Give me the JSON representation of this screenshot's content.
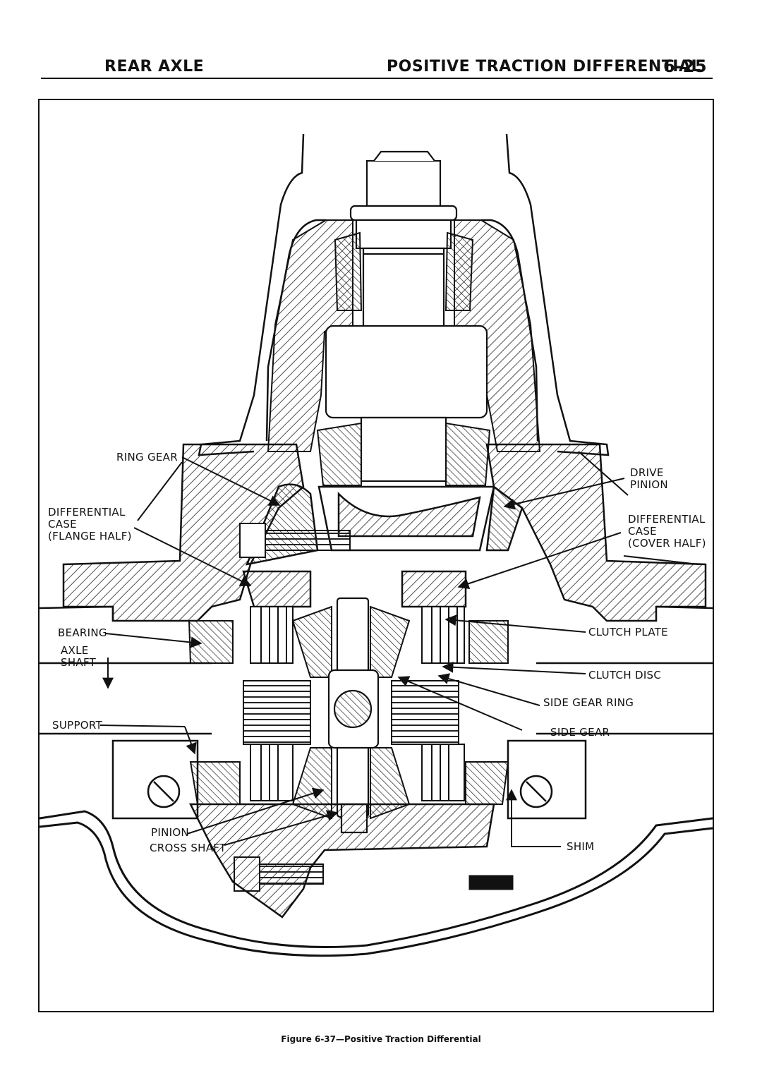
{
  "header": {
    "section": "REAR AXLE",
    "title": "POSITIVE TRACTION DIFFERENTIAL",
    "page_number": "6-25"
  },
  "labels": {
    "ring_gear": "RING GEAR",
    "differential_case_flange": "DIFFERENTIAL\nCASE\n(FLANGE HALF)",
    "drive_pinion": "DRIVE\nPINION",
    "differential_case_cover": "DIFFERENTIAL\nCASE\n(COVER HALF)",
    "bearing": "BEARING",
    "axle_shaft": "AXLE\nSHAFT",
    "clutch_plate": "CLUTCH PLATE",
    "clutch_disc": "CLUTCH DISC",
    "side_gear_ring": "SIDE GEAR RING",
    "support": "SUPPORT",
    "side_gear": "SIDE GEAR",
    "pinion": "PINION",
    "cross_shaft": "CROSS SHAFT",
    "shim": "SHIM"
  },
  "caption": "Figure 6-37—Positive Traction Differential"
}
